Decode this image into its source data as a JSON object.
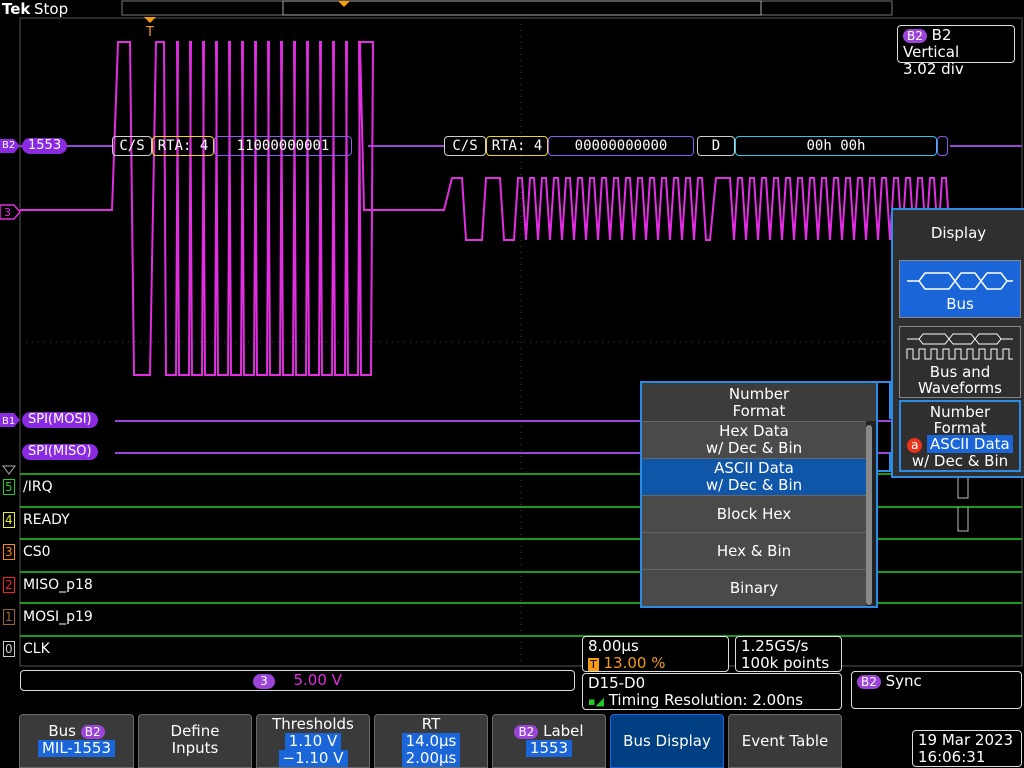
{
  "header": {
    "brand": "Tek",
    "run_state": "Stop"
  },
  "ref_label": "B2 Vertical",
  "ref_value": "3.02 div",
  "bus_badge": "B2",
  "bus_label": "1553",
  "decode_row1": {
    "cs": "C/S",
    "rta": "RTA: 4",
    "data": "11000000001"
  },
  "decode_row2": {
    "cs": "C/S",
    "rta": "RTA: 4",
    "data": "00000000000",
    "d": "D",
    "hex": "00h 00h"
  },
  "channel_labels": {
    "ch3": "3",
    "b1": "B1",
    "b1_name": "SPI(MOSI)",
    "spi_miso": "SPI(MISO)",
    "d5": "5",
    "d5_name": "/IRQ",
    "d4": "4",
    "d4_name": "READY",
    "d3": "3",
    "d3_name": "CS0",
    "d2": "2",
    "d2_name": "MISO_p18",
    "d1": "1",
    "d1_name": "MOSI_p19",
    "d0": "0",
    "d0_name": "CLK"
  },
  "trigger_marker": "T",
  "number_format": {
    "header": "Number\nFormat",
    "options": [
      "Hex Data\nw/ Dec & Bin",
      "ASCII Data\nw/ Dec & Bin",
      "Block Hex",
      "Hex & Bin",
      "Binary"
    ],
    "selected_index": 1
  },
  "display_panel": {
    "title": "Display",
    "bus": "Bus",
    "bus_wave": "Bus and\nWaveforms",
    "nf_title": "Number\nFormat",
    "nf_badge": "a",
    "nf_value": "ASCII Data",
    "nf_value2": "w/ Dec & Bin"
  },
  "status": {
    "ch3_badge": "3",
    "ch3_scale": "5.00 V",
    "horiz_scale": "8.00µs",
    "trig_pos": "13.00 %",
    "sample_rate": "1.25GS/s",
    "record": "100k points",
    "digital": "D15-D0",
    "timing": "Timing Resolution: 2.00ns",
    "trigger_badge": "B2",
    "trigger_text": "Sync",
    "date": "19 Mar 2023",
    "time": "16:06:31"
  },
  "menu": {
    "bus": {
      "label": "Bus",
      "badge": "B2",
      "value": "MIL-1553"
    },
    "define": {
      "line1": "Define",
      "line2": "Inputs"
    },
    "thresholds": {
      "label": "Thresholds",
      "v1": "1.10 V",
      "v2": "−1.10 V"
    },
    "rt": {
      "label": "RT",
      "v1": "14.0µs",
      "v2": "2.00µs"
    },
    "label": {
      "badge": "B2",
      "label": "Label",
      "value": "1553"
    },
    "bus_display": "Bus Display",
    "event_table": "Event Table"
  },
  "colors": {
    "ch3": "#e02ee0",
    "bus": "#8a2be2",
    "digital": "#22cc22",
    "accent": "#1a66d9"
  }
}
